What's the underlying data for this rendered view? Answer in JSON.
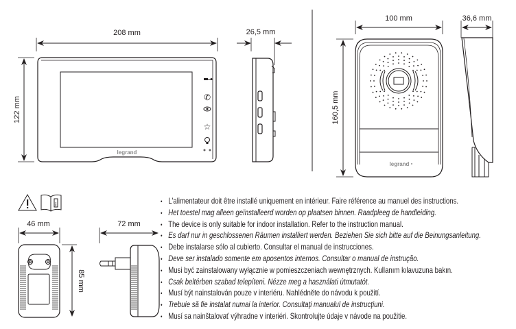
{
  "monitor": {
    "width_label": "208 mm",
    "height_label": "122 mm",
    "depth_label": "26,5 mm",
    "brand": "legrand",
    "button_icons": [
      "key-icon",
      "phone-icon",
      "eye-icon",
      "star-icon",
      "bulb-icon"
    ]
  },
  "door_station": {
    "width_label": "100 mm",
    "height_label": "160,5 mm",
    "depth_label": "36,6 mm",
    "brand": "legrand"
  },
  "power_adapter": {
    "width_label": "46 mm",
    "height_label": "85 mm",
    "depth_label": "72 mm",
    "symbols": [
      "warning-icon",
      "manual-info-icon"
    ]
  },
  "notes": [
    {
      "text": "L'alimentateur doit être installé uniquement en intérieur. Faire référence au manuel des instructions.",
      "italic": false
    },
    {
      "text": "Het toestel mag alleen geïnstalleerd worden op plaatsen binnen. Raadpleeg de handleiding.",
      "italic": true
    },
    {
      "text": "The device is only suitable for indoor installation. Refer to the instruction manual.",
      "italic": false
    },
    {
      "text": "Es darf nur in geschlossenen Räumen installiert werden. Beziehen Sie sich bitte auf die Beinungsanleitung.",
      "italic": true
    },
    {
      "text": "Debe instalarse sólo al cubierto. Consultar el manual de instrucciones.",
      "italic": false
    },
    {
      "text": "Deve ser instalado somente em aposentos internos. Consultar o manual de instrução.",
      "italic": true
    },
    {
      "text": "Musi być zainstalowany wyłącznie w pomieszczeniach wewnętrznych. Kullanım kılavuzuna bakın.",
      "italic": false
    },
    {
      "text": "Csak beltérben szabad telepíteni. Nézze meg a használati útmutatót.",
      "italic": true
    },
    {
      "text": "Musí být nainstalován pouze v interiéru. Nahlédněte do návodu k použití.",
      "italic": false
    },
    {
      "text": "Trebuie să fie instalat numai la interior. Consultaţi manualul de instrucţiuni.",
      "italic": true
    },
    {
      "text": "Musí sa nainštalovať výhradne v interiéri. Skontrolujte údaje v návode na použitie.",
      "italic": false
    }
  ]
}
